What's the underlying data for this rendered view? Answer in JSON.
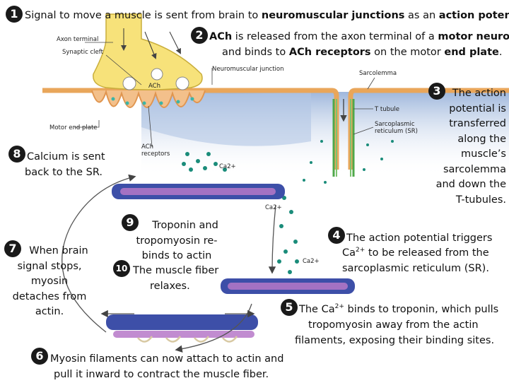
{
  "steps": {
    "s1": {
      "num": "1",
      "a": "Signal to move a muscle is sent from brain to ",
      "b": "neuromuscular junctions",
      "c": " as an ",
      "d": "action potential."
    },
    "s2": {
      "num": "2",
      "a": "ACh",
      "b": " is released from the axon terminal of a ",
      "c": "motor neuron",
      "d": "and binds to ",
      "e": "ACh receptors",
      "f": " on the motor ",
      "g": "end plate",
      "h": "."
    },
    "s3": {
      "num": "3",
      "lines": [
        "The action",
        "potential is",
        "transferred",
        "along the",
        "muscle’s",
        "sarcolemma",
        "and down the",
        "T-tubules."
      ]
    },
    "s4": {
      "num": "4",
      "a": "The action potential triggers",
      "b": "Ca",
      "sup": "2+",
      "c": " to be released from the",
      "d": "sarcoplasmic reticulum (SR)."
    },
    "s5": {
      "num": "5",
      "a": "The Ca",
      "sup": "2+",
      "b": " binds to troponin, which pulls",
      "c": "tropomyosin away from the actin",
      "d": "filaments, exposing their binding sites."
    },
    "s6": {
      "num": "6",
      "a": "Myosin filaments can now attach to actin and",
      "b": "pull it inward to contract the muscle fiber."
    },
    "s7": {
      "num": "7",
      "lines": [
        "When brain",
        "signal stops,",
        "myosin",
        "detaches from",
        "actin."
      ]
    },
    "s8": {
      "num": "8",
      "a": "Calcium is sent",
      "b": "back to the SR."
    },
    "s9": {
      "num": "9",
      "lines": [
        "Troponin and",
        "tropomyosin re-",
        "binds to actin"
      ]
    },
    "s10": {
      "num": "10",
      "a": "The muscle fiber",
      "b": "relaxes."
    }
  },
  "diagram_labels": {
    "axon_terminal": "Axon terminal",
    "synaptic_cleft": "Synaptic cleft",
    "motor_end_plate": "Motor end plate",
    "ach": "ACh",
    "ach_receptors_1": "ACh",
    "ach_receptors_2": "receptors",
    "nmj": "Neuromuscular junction",
    "sarcolemma": "Sarcolemma",
    "t_tubule": "T tubule",
    "sr_1": "Sarcoplasmic",
    "sr_2": "reticulum (SR)",
    "ca_1": "Ca2+",
    "ca_2": "Ca2+",
    "ca_3": "Ca2+"
  },
  "colors": {
    "nerve": "#f7e27a",
    "membrane": "#e9a65a",
    "tubule": "#4fa84a",
    "sarcoplasm": "#cfdcee",
    "calcium": "#1a8c7a",
    "actin": "#3d4fa8",
    "myosin": "#b678c8"
  }
}
